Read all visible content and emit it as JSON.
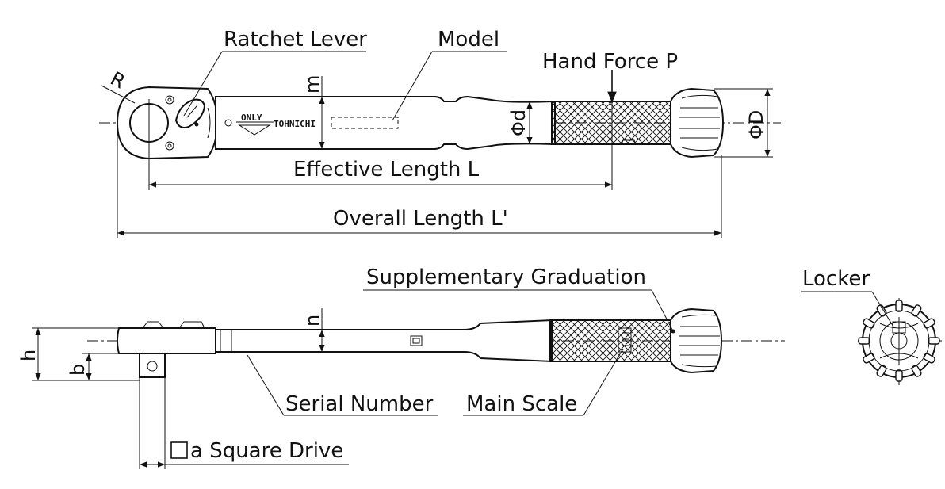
{
  "labels": {
    "ratchet_lever": "Ratchet Lever",
    "model": "Model",
    "hand_force": "Hand Force P",
    "effective_length": "Effective Length L",
    "overall_length": "Overall Length L'",
    "supplementary_graduation": "Supplementary Graduation",
    "locker": "Locker",
    "serial_number": "Serial Number",
    "main_scale": "Main Scale",
    "square_drive": "a Square Drive"
  },
  "dimensions": {
    "radius": "R",
    "m": "m",
    "phi_d": "Φd",
    "phi_D": "ΦD",
    "n": "n",
    "h": "h",
    "b": "b"
  },
  "markings": {
    "only": "ONLY",
    "brand": "TOHNICHI"
  },
  "colors": {
    "line": "#111111",
    "background": "#ffffff"
  }
}
